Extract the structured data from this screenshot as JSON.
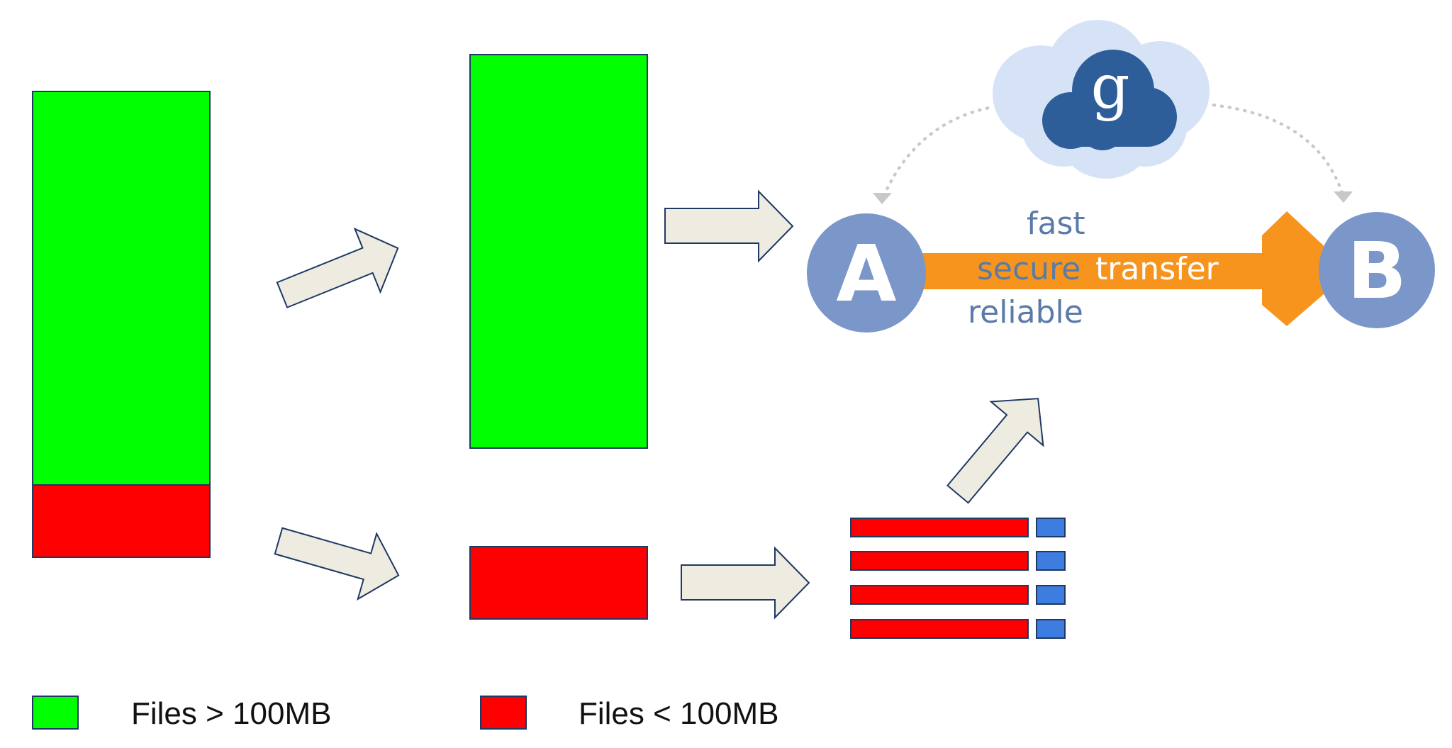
{
  "legend": [
    {
      "label": "Files > 100MB",
      "color": "#00ff00"
    },
    {
      "label": "Files < 100MB",
      "color": "#ff0000"
    }
  ],
  "transfer_graphic": {
    "words": [
      "fast",
      "secure",
      "transfer",
      "reliable"
    ],
    "endpoint_a": "A",
    "endpoint_b": "B",
    "cloud_logo": "g"
  },
  "colors": {
    "large_files": "#00ff00",
    "small_files": "#ff0000",
    "chunk_marker": "#3d7de0",
    "arrow_fill": "#eeece1",
    "arrow_stroke": "#1f3864",
    "transfer_arrow": "#f7941d",
    "endpoint": "#7b96c9",
    "cloud": "#d6e3f7",
    "cloud_logo": "#2e5e9a",
    "text_blue": "#5a7ba8"
  }
}
